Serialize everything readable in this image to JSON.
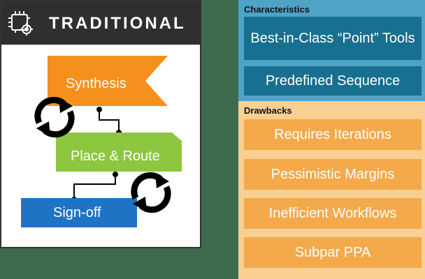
{
  "left_panel": {
    "title": "TRADITIONAL",
    "icon": "chip-gear-icon",
    "steps": [
      {
        "label": "Synthesis",
        "color": "#f5901d"
      },
      {
        "label": "Place & Route",
        "color": "#8dc63f"
      },
      {
        "label": "Sign-off",
        "color": "#1f73c4"
      }
    ],
    "loop_icons": [
      "cycle-arrows-icon",
      "cycle-arrows-icon"
    ]
  },
  "characteristics": {
    "title": "Characteristics",
    "items": [
      "Best-in-Class “Point” Tools",
      "Predefined Sequence"
    ]
  },
  "drawbacks": {
    "title": "Drawbacks",
    "items": [
      "Requires Iterations",
      "Pessimistic Margins",
      "Inefficient Workflows",
      "Subpar PPA"
    ]
  },
  "colors": {
    "background": "#3e6b4d",
    "header": "#2f2f2f",
    "characteristics_bg": "#4ea3c6",
    "characteristics_item": "#17708f",
    "drawbacks_bg": "#f9cf92",
    "drawbacks_item": "#f4a94b"
  }
}
